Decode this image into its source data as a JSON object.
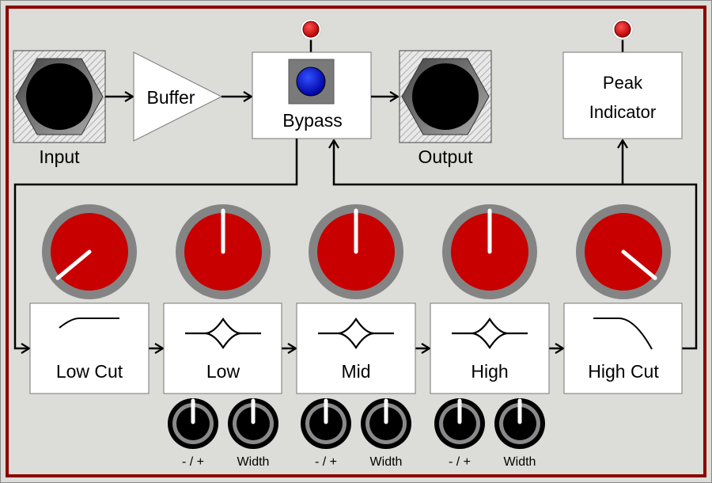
{
  "input": {
    "label": "Input"
  },
  "buffer": {
    "label": "Buffer"
  },
  "bypass": {
    "label": "Bypass",
    "led_color": "#d00000",
    "button_color": "#0000d0"
  },
  "output": {
    "label": "Output"
  },
  "peak": {
    "line1": "Peak",
    "line2": "Indicator",
    "led_color": "#d00000"
  },
  "filters": [
    {
      "label": "Low Cut",
      "knob_value": 0.02
    },
    {
      "label": "Low",
      "knob_value": 0.5
    },
    {
      "label": "Mid",
      "knob_value": 0.5
    },
    {
      "label": "High",
      "knob_value": 0.5
    },
    {
      "label": "High Cut",
      "knob_value": 0.98
    }
  ],
  "band_controls": [
    {
      "gain_label": "- / +",
      "width_label": "Width",
      "gain_value": 0.5,
      "width_value": 0.5
    },
    {
      "gain_label": "- / +",
      "width_label": "Width",
      "gain_value": 0.5,
      "width_value": 0.5
    },
    {
      "gain_label": "- / +",
      "width_label": "Width",
      "gain_value": 0.5,
      "width_value": 0.5
    }
  ],
  "colors": {
    "frame": "#8b0000",
    "knob_red": "#c80000",
    "knob_ring": "#848484",
    "background": "#dcdcd8"
  }
}
